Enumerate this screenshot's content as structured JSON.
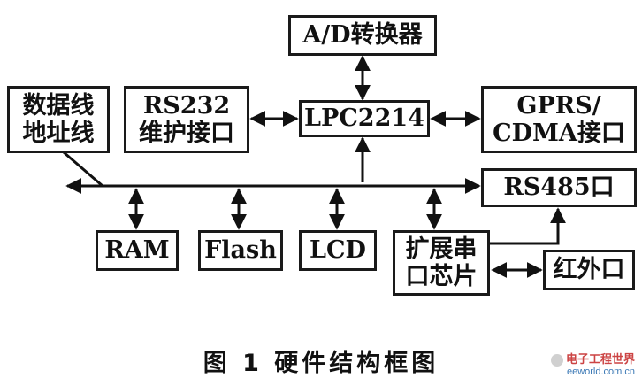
{
  "blocks": {
    "ad": "A/D转换器",
    "rs232": "RS232\n维护接口",
    "lpc": "LPC2214",
    "gprs": "GPRS/\nCDMA接口",
    "rs485": "RS485口",
    "ram": "RAM",
    "flash": "Flash",
    "lcd": "LCD",
    "uart_chip": "扩展串\n口芯片",
    "infrared": "红外口"
  },
  "bus_label": "数据线\n地址线",
  "caption": "图 1   硬件结构框图",
  "watermark": {
    "title": "电子工程世界",
    "site": "eeworld.com.cn"
  }
}
